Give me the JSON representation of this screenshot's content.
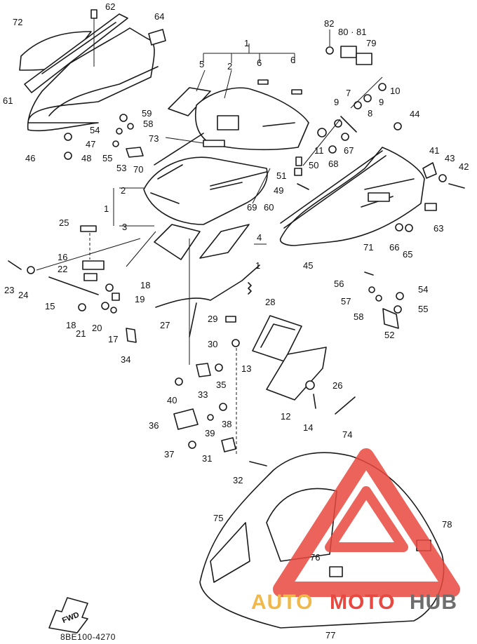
{
  "diagram": {
    "drawing_code": "8BE100-4270",
    "direction_label": "FWD",
    "callouts": [
      {
        "id": "c62",
        "label": "62"
      },
      {
        "id": "c64",
        "label": "64"
      },
      {
        "id": "c72",
        "label": "72"
      },
      {
        "id": "c1",
        "label": "1"
      },
      {
        "id": "c82",
        "label": "82"
      },
      {
        "id": "c8081",
        "label": "80 · 81"
      },
      {
        "id": "c79",
        "label": "79"
      },
      {
        "id": "c5",
        "label": "5"
      },
      {
        "id": "c2a",
        "label": "2"
      },
      {
        "id": "c6a",
        "label": "6"
      },
      {
        "id": "c6b",
        "label": "6"
      },
      {
        "id": "c10",
        "label": "10"
      },
      {
        "id": "c61",
        "label": "61"
      },
      {
        "id": "c9a",
        "label": "9"
      },
      {
        "id": "c7",
        "label": "7"
      },
      {
        "id": "c9b",
        "label": "9"
      },
      {
        "id": "c8",
        "label": "8"
      },
      {
        "id": "c59",
        "label": "59"
      },
      {
        "id": "c58a",
        "label": "58"
      },
      {
        "id": "c44",
        "label": "44"
      },
      {
        "id": "c54a",
        "label": "54"
      },
      {
        "id": "c47",
        "label": "47"
      },
      {
        "id": "c73",
        "label": "73"
      },
      {
        "id": "c11",
        "label": "11"
      },
      {
        "id": "c67",
        "label": "67"
      },
      {
        "id": "c46",
        "label": "46"
      },
      {
        "id": "c48",
        "label": "48"
      },
      {
        "id": "c55a",
        "label": "55"
      },
      {
        "id": "c53",
        "label": "53"
      },
      {
        "id": "c70",
        "label": "70"
      },
      {
        "id": "c50",
        "label": "50"
      },
      {
        "id": "c68",
        "label": "68"
      },
      {
        "id": "c41",
        "label": "41"
      },
      {
        "id": "c43",
        "label": "43"
      },
      {
        "id": "c42",
        "label": "42"
      },
      {
        "id": "c51",
        "label": "51"
      },
      {
        "id": "c2b",
        "label": "2"
      },
      {
        "id": "c49",
        "label": "49"
      },
      {
        "id": "c69",
        "label": "69"
      },
      {
        "id": "c60",
        "label": "60"
      },
      {
        "id": "c1b",
        "label": "1"
      },
      {
        "id": "c25",
        "label": "25"
      },
      {
        "id": "c3",
        "label": "3"
      },
      {
        "id": "c4",
        "label": "4"
      },
      {
        "id": "c63",
        "label": "63"
      },
      {
        "id": "c71",
        "label": "71"
      },
      {
        "id": "c66",
        "label": "66"
      },
      {
        "id": "c65",
        "label": "65"
      },
      {
        "id": "c16",
        "label": "16"
      },
      {
        "id": "c45",
        "label": "45"
      },
      {
        "id": "c1c",
        "label": "1"
      },
      {
        "id": "c22",
        "label": "22"
      },
      {
        "id": "c23",
        "label": "23"
      },
      {
        "id": "c24",
        "label": "24"
      },
      {
        "id": "c18a",
        "label": "18"
      },
      {
        "id": "c15",
        "label": "15"
      },
      {
        "id": "c19",
        "label": "19"
      },
      {
        "id": "c56",
        "label": "56"
      },
      {
        "id": "c54b",
        "label": "54"
      },
      {
        "id": "c57",
        "label": "57"
      },
      {
        "id": "c55b",
        "label": "55"
      },
      {
        "id": "c28",
        "label": "28"
      },
      {
        "id": "c58b",
        "label": "58"
      },
      {
        "id": "c18b",
        "label": "18"
      },
      {
        "id": "c21",
        "label": "21"
      },
      {
        "id": "c20",
        "label": "20"
      },
      {
        "id": "c17",
        "label": "17"
      },
      {
        "id": "c27",
        "label": "27"
      },
      {
        "id": "c29",
        "label": "29"
      },
      {
        "id": "c52",
        "label": "52"
      },
      {
        "id": "c30",
        "label": "30"
      },
      {
        "id": "c34",
        "label": "34"
      },
      {
        "id": "c13",
        "label": "13"
      },
      {
        "id": "c35",
        "label": "35"
      },
      {
        "id": "c33",
        "label": "33"
      },
      {
        "id": "c26",
        "label": "26"
      },
      {
        "id": "c40",
        "label": "40"
      },
      {
        "id": "c12",
        "label": "12"
      },
      {
        "id": "c38",
        "label": "38"
      },
      {
        "id": "c14",
        "label": "14"
      },
      {
        "id": "c74",
        "label": "74"
      },
      {
        "id": "c36",
        "label": "36"
      },
      {
        "id": "c39",
        "label": "39"
      },
      {
        "id": "c37",
        "label": "37"
      },
      {
        "id": "c31",
        "label": "31"
      },
      {
        "id": "c32",
        "label": "32"
      },
      {
        "id": "c75",
        "label": "75"
      },
      {
        "id": "c78",
        "label": "78"
      },
      {
        "id": "c76",
        "label": "76"
      },
      {
        "id": "c77",
        "label": "77"
      }
    ]
  },
  "watermark": {
    "text_left": "AUTO",
    "text_mid": "MOTO",
    "text_right": "HUB",
    "color_red": "#e8483f",
    "color_gold": "#f0b84a",
    "color_gray": "#6d6d6d"
  }
}
